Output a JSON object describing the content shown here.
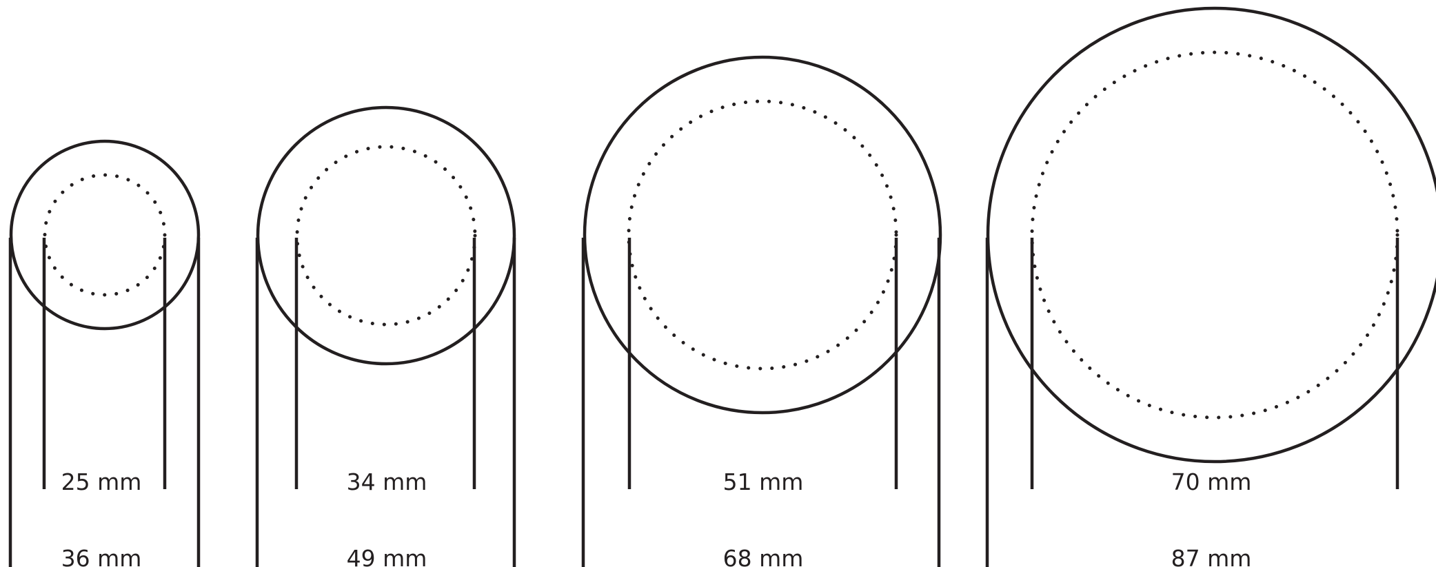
{
  "diagram": {
    "items": [
      {
        "inner_label": "25 mm",
        "outer_label": "36 mm",
        "inner_diameter": 25,
        "outer_diameter": 36
      },
      {
        "inner_label": "34 mm",
        "outer_label": "49 mm",
        "inner_diameter": 34,
        "outer_diameter": 49
      },
      {
        "inner_label": "51 mm",
        "outer_label": "68 mm",
        "inner_diameter": 51,
        "outer_diameter": 68
      },
      {
        "inner_label": "70 mm",
        "outer_label": "87 mm",
        "inner_diameter": 70,
        "outer_diameter": 87
      }
    ],
    "colors": {
      "stroke": "#231f20",
      "background": "#ffffff"
    }
  }
}
